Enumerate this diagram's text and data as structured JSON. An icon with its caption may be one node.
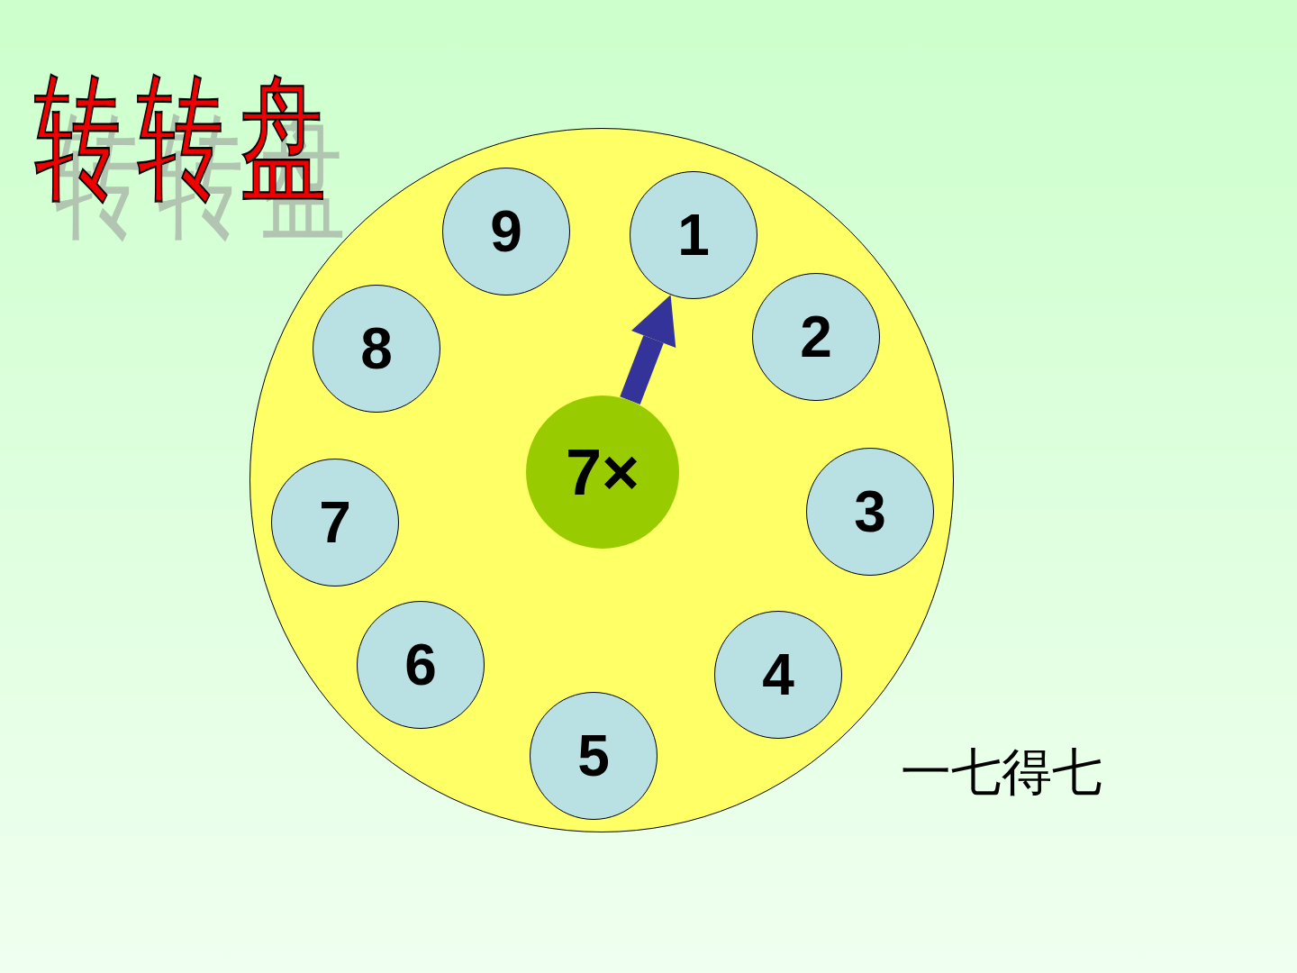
{
  "diagram": {
    "title": "转转盘",
    "nodes": [
      {
        "text": [],
        "shape": "circle"
      },
      {
        "text": [
          "7×"
        ],
        "in": 0
      },
      {
        "text": [
          "1"
        ],
        "in": 0
      },
      {
        "text": [
          "2"
        ],
        "in": 0
      },
      {
        "text": [
          "3"
        ],
        "in": 0
      },
      {
        "text": [
          "4"
        ],
        "in": 0
      },
      {
        "text": [
          "5"
        ],
        "in": 0
      },
      {
        "text": [
          "6"
        ],
        "in": 0
      },
      {
        "text": [
          "7"
        ],
        "in": 0
      },
      {
        "text": [
          "8"
        ],
        "in": 0
      },
      {
        "text": [
          "9"
        ],
        "in": 0
      }
    ],
    "edges": [
      {
        "from": 1,
        "to": 2,
        "arrow": "to"
      }
    ],
    "labels": [
      "一七得七"
    ]
  }
}
